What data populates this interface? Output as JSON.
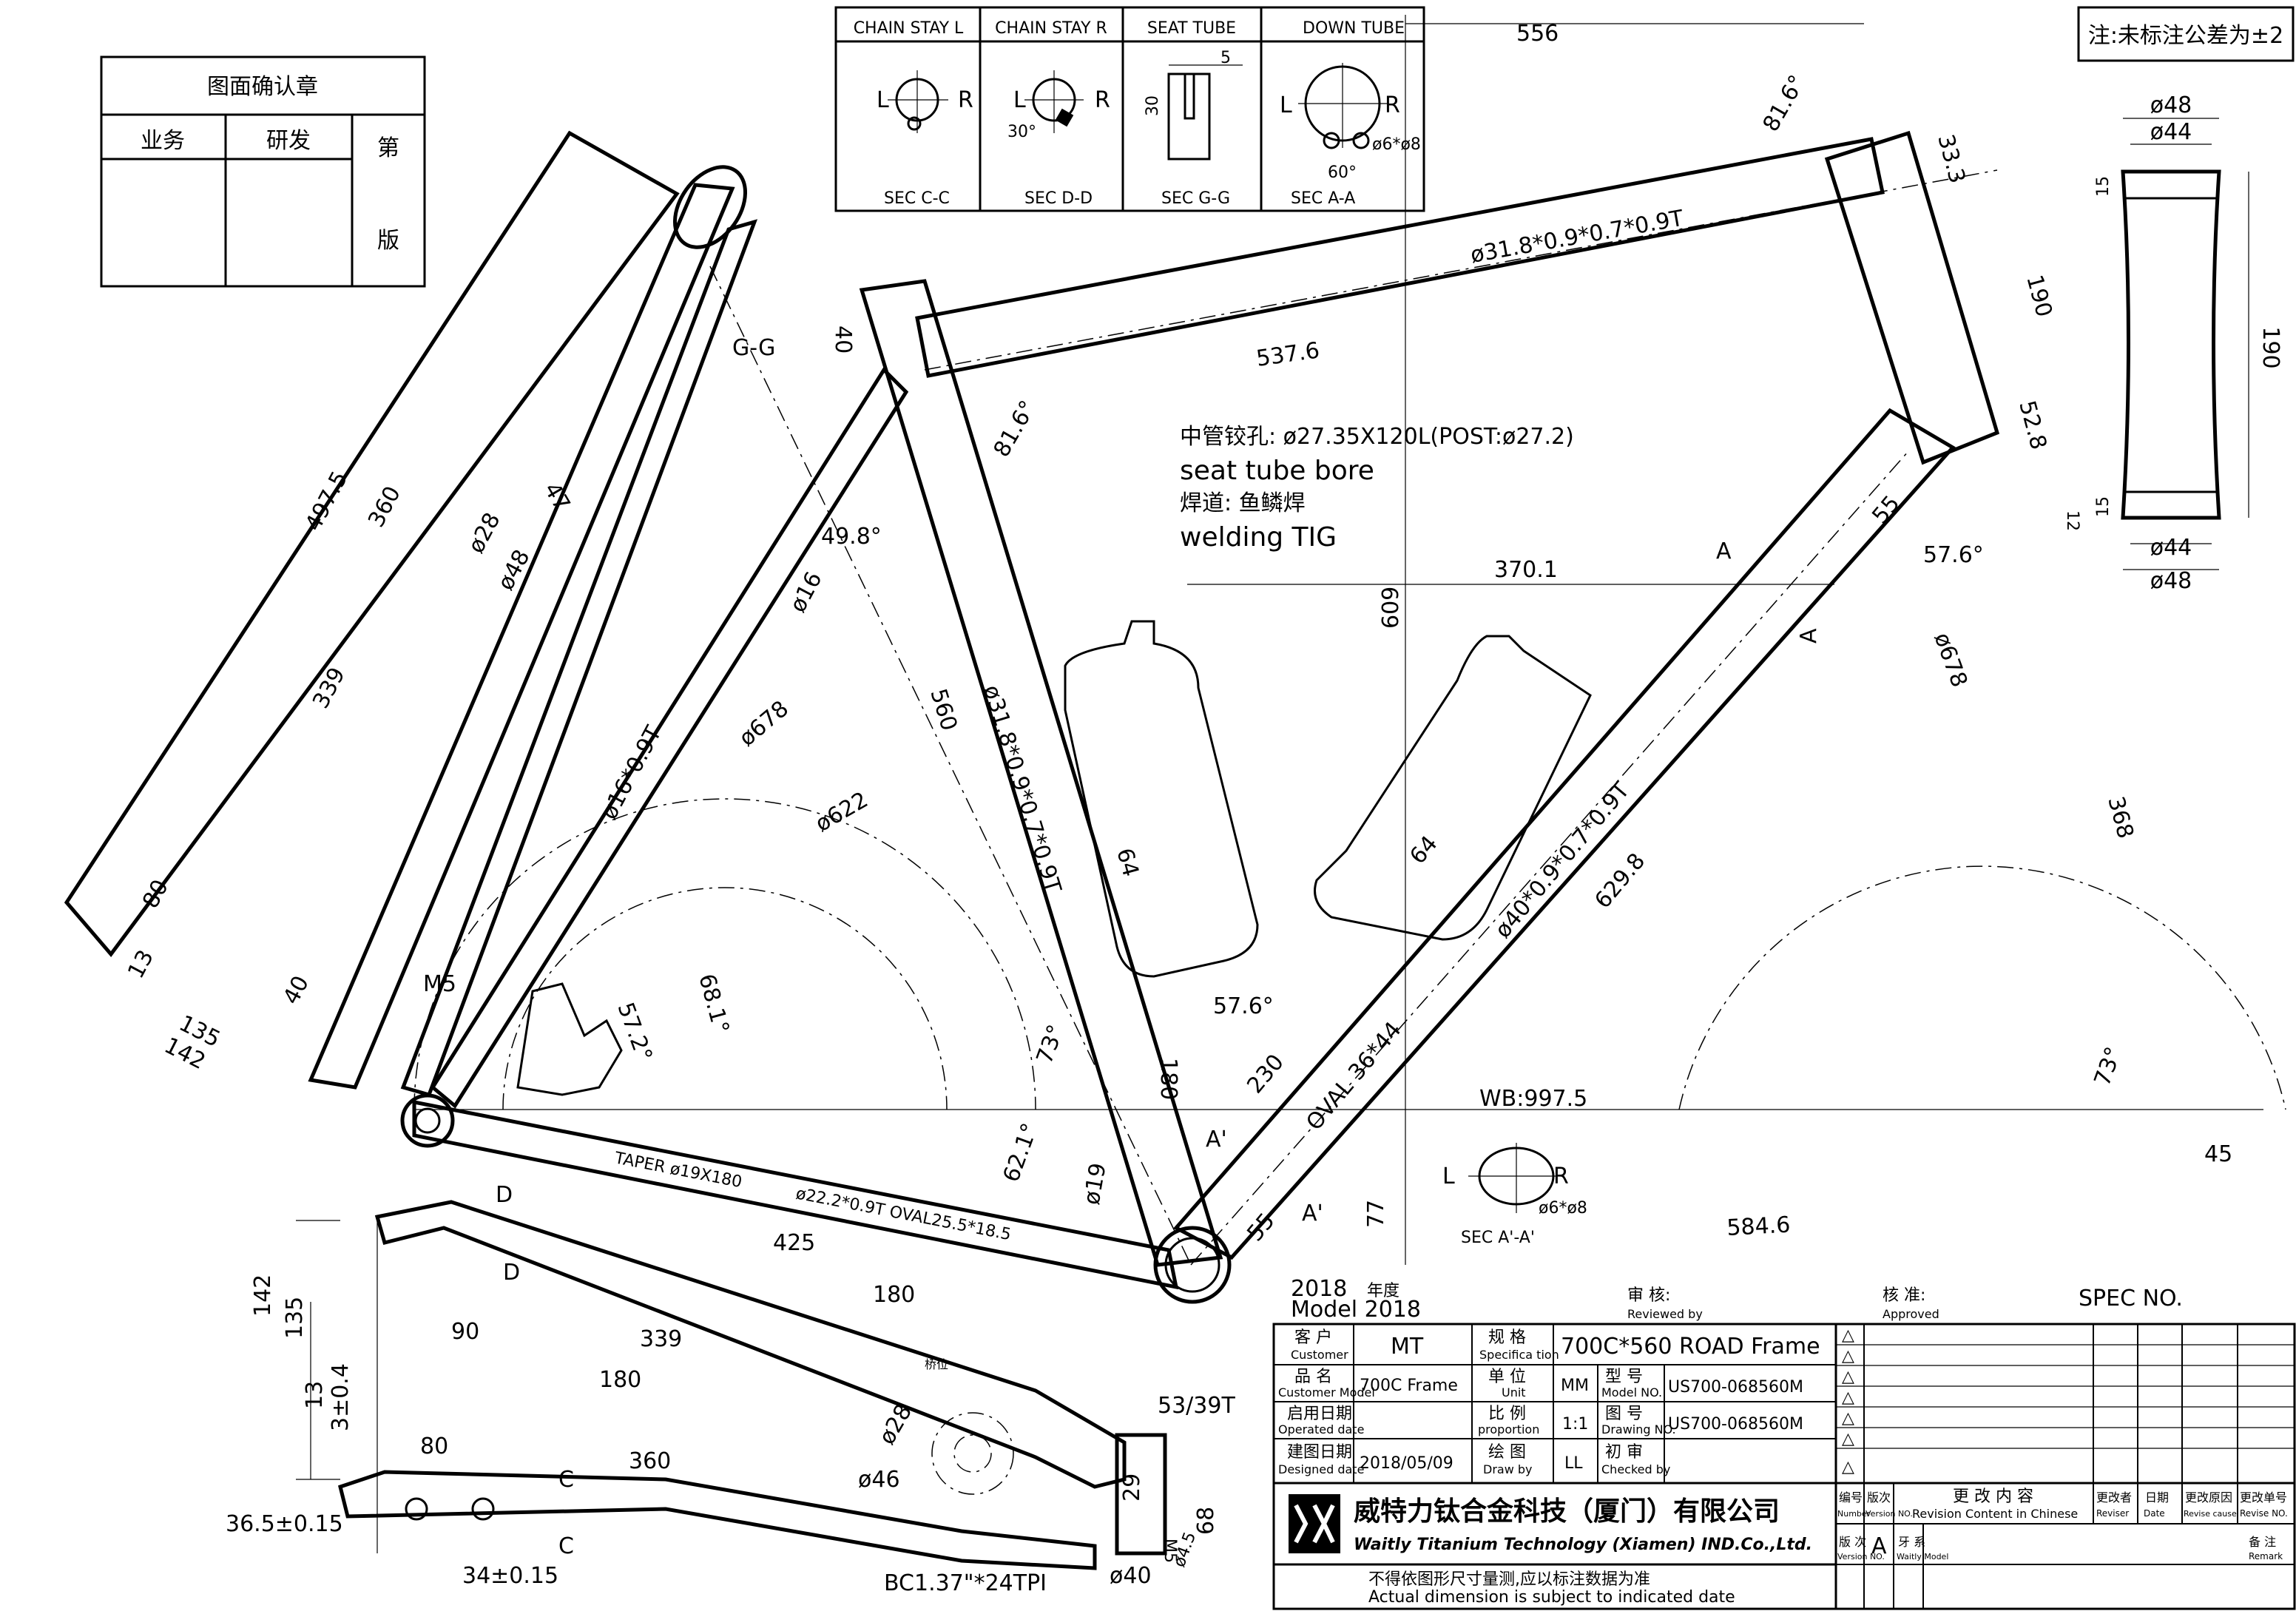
{
  "note_top_right": "注:未标注公差为±2",
  "approval_box": {
    "title": "图面确认章",
    "col1": "业务",
    "col2": "研发",
    "col3": "第",
    "col3b": "版"
  },
  "sections": [
    {
      "header": "CHAIN STAY L",
      "caption": "SEC C-C",
      "left": "L",
      "right": "R",
      "dim": ""
    },
    {
      "header": "CHAIN STAY R",
      "caption": "SEC D-D",
      "left": "L",
      "right": "R",
      "dim": "30°"
    },
    {
      "header": "SEAT TUBE",
      "caption": "SEC G-G",
      "left": "30",
      "right": "",
      "dim": "5"
    },
    {
      "header": "DOWN TUBE",
      "caption": "SEC A-A",
      "left": "L",
      "right": "R",
      "dim": "60°"
    }
  ],
  "sec_a_a_hole": "ø6*ø8",
  "sec_a2": {
    "caption": "SEC A'-A'",
    "left": "L",
    "right": "R",
    "hole": "ø6*ø8"
  },
  "head_tube_profile": {
    "d_top1": "ø48",
    "d_top2": "ø44",
    "d_bot2": "ø44",
    "d_bot1": "ø48",
    "len": "190",
    "end_top": "15",
    "end_bot": "15"
  },
  "notes": {
    "line1": "中管铰孔: ø27.35X120L(POST:ø27.2)",
    "line2": "seat tube bore",
    "line3": "焊道: 鱼鳞焊",
    "line4": "welding TIG"
  },
  "dims": {
    "top_556": "556",
    "top_537": "537.6",
    "ht_angle": "81.6°",
    "st_angle": "81.6°",
    "tt_spec": "ø31.8*0.9*0.7*0.9T",
    "ht_333": "33.3",
    "ht_190": "190",
    "ht_528": "52.8",
    "ht_12": "12",
    "ht_55": "55",
    "dt_576": "57.6°",
    "dt_678": "ø678",
    "dim_368": "368",
    "dim_370": "370.1",
    "dim_609": "609",
    "st_40": "40",
    "gg": "G-G",
    "ss_4975": "497.5",
    "ss_360": "360",
    "ss_339": "339",
    "ss_28": "ø28",
    "ss_48": "ø48",
    "ss_47": "47",
    "st_498": "49.8°",
    "ss_16": "ø16",
    "ss_spec": "ø16*0.9T",
    "arc_678": "ø678",
    "arc_622": "ø622",
    "st_560": "560",
    "st_spec": "ø31.8*0.9*0.7*0.9T",
    "bottle_64a": "64",
    "bottle_64b": "64",
    "dt_spec": "ø40*0.9*0.7*0.9T",
    "dt_6298": "629.8",
    "dt_oval": "OVAL 36*44",
    "dt_230": "230",
    "dt_576b": "57.6°",
    "a": "A",
    "a2": "A'",
    "m5": "M5",
    "drop_80": "80",
    "drop_13": "13",
    "drop_40": "40",
    "drop_135": "135",
    "drop_142": "142",
    "arc_572": "57.2°",
    "arc_681": "68.1°",
    "bb_73a": "73°",
    "bb_73b": "73°",
    "bb_180": "180",
    "bb_77": "77",
    "bb_621": "62.1°",
    "bb_19": "ø19",
    "bb_55": "55",
    "wb": "WB:997.5",
    "wb_45": "45",
    "cs_5846": "584.6",
    "taper": "TAPER ø19X180",
    "cs_spec": "ø22.2*0.9T OVAL25.5*18.5",
    "cs_425": "425",
    "cs_180": "180",
    "v_90": "90",
    "v_339": "339",
    "v_180": "180",
    "v_80": "80",
    "v_360": "360",
    "v_142": "142",
    "v_135": "135",
    "v_13": "13",
    "v_3": "3±0.4",
    "v_365": "36.5±0.15",
    "v_34": "34±0.15",
    "v_28": "ø28",
    "v_46": "ø46",
    "v_29": "29",
    "v_68": "68",
    "v_40": "ø40",
    "v_45": "ø4.5",
    "v_m5": "M5",
    "v_bc": "BC1.37\"*24TPI",
    "chain": "53/39T",
    "d": "D",
    "c": "C",
    "bridge": "桥位"
  },
  "title_block": {
    "year_label": "2018",
    "year_cn": "年度",
    "model": "Model 2018",
    "review_label": "审 核:",
    "review_en": "Reviewed by",
    "approve_label": "核 准:",
    "approve_en": "Approved",
    "spec_no": "SPEC NO.",
    "customer_cn": "客 户",
    "customer_en": "Customer",
    "customer_val": "MT",
    "spec_cn": "规 格",
    "spec_en": "Specifica tion",
    "spec_val": "700C*560 ROAD Frame",
    "model_cn": "品 名",
    "model_en": "Customer Model",
    "model_val": "700C Frame",
    "unit_cn": "单 位",
    "unit_en": "Unit",
    "unit_val": "MM",
    "modelno_cn": "型 号",
    "modelno_en": "Model NO.",
    "modelno_val": "US700-068560M",
    "op_cn": "启用日期",
    "op_en": "Operated date",
    "prop_cn": "比 例",
    "prop_en": "proportion",
    "prop_val": "1:1",
    "draw_cn": "图 号",
    "draw_en": "Drawing NO.",
    "draw_val": "US700-068560M",
    "design_cn": "建图日期",
    "design_en": "Designed date",
    "design_val": "2018/05/09",
    "drawby_cn": "绘 图",
    "drawby_en": "Draw by",
    "drawby_val": "LL",
    "check_cn": "初 审",
    "check_en": "Checked by",
    "company_cn": "威特力钛合金科技（厦门）有限公司",
    "company_en": "Waitly Titanium Technology (Xiamen) IND.Co.,Ltd.",
    "foot_cn": "不得依图形尺寸量测,应以标注数据为准",
    "foot_en": "Actual dimension is subject to indicated date",
    "rev_num": "编号",
    "rev_num_en": "Number",
    "rev_ver": "版次",
    "rev_ver_en": "Version NO.",
    "rev_content_cn": "更 改 内 容",
    "rev_content_en": "Revision Content in Chinese",
    "rev_reviser": "更改者",
    "rev_reviser_en": "Reviser",
    "rev_date": "日期",
    "rev_date_en": "Date",
    "rev_cause": "更改原因",
    "rev_cause_en": "Revise cause",
    "rev_no": "更改单号",
    "rev_no_en": "Revise NO.",
    "ver_cn": "版 次",
    "ver_en": "Version NO.",
    "ver_val": "A",
    "tooth_cn": "牙 系",
    "tooth_en": "Waitly Model",
    "remark_cn": "备 注",
    "remark_en": "Remark",
    "triangle": "△"
  }
}
